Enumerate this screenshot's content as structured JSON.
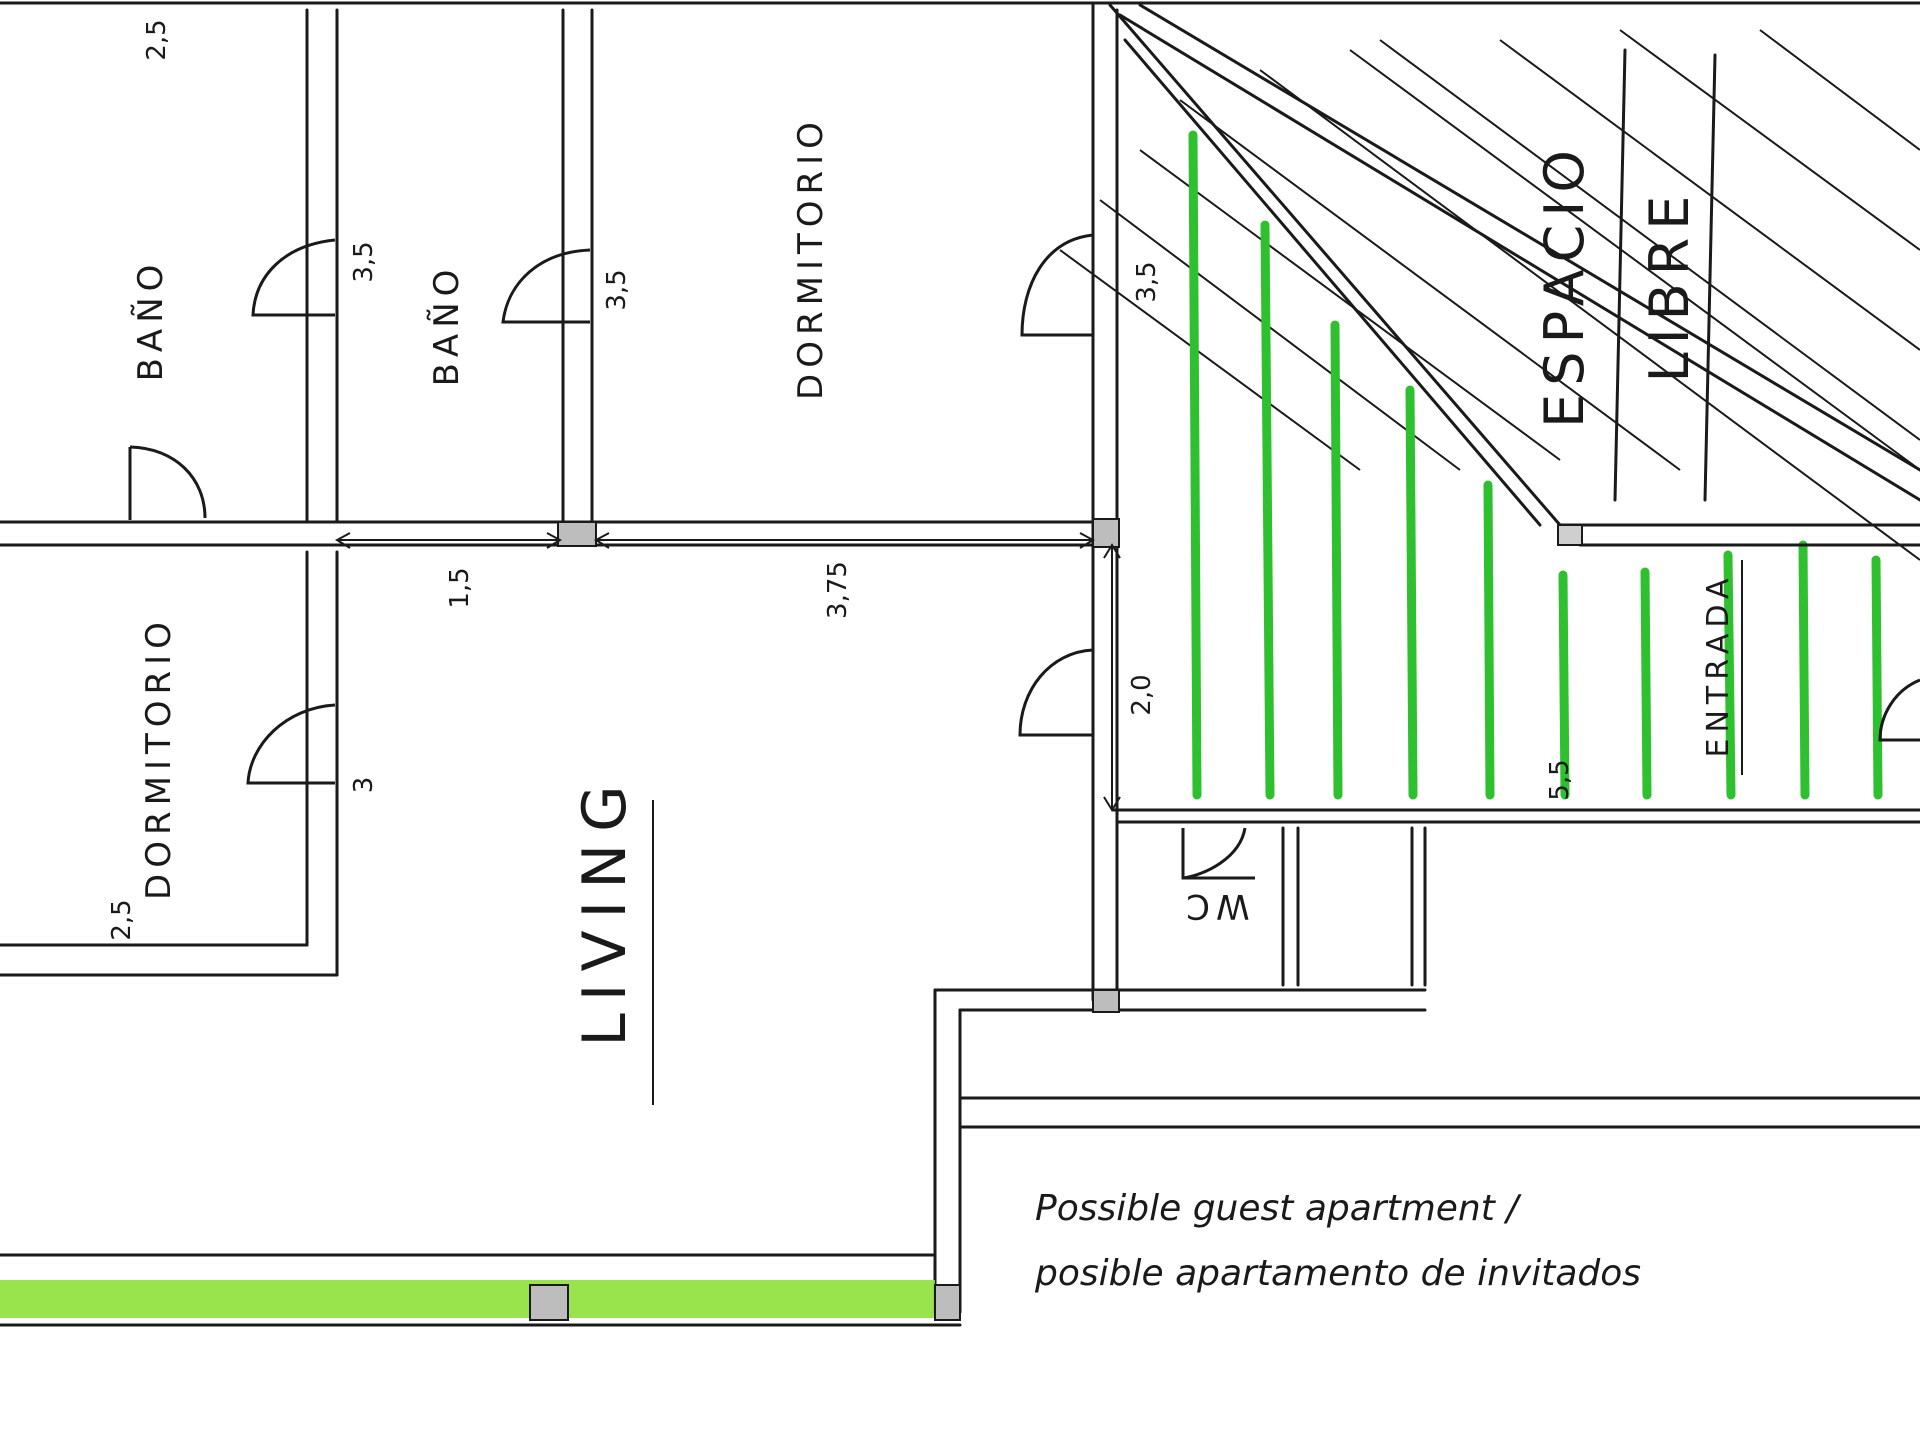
{
  "rooms": {
    "bano_1": "BAÑO",
    "bano_2": "BAÑO",
    "dormitorio_top": "DORMITORIO",
    "dormitorio_left": "DORMITORIO",
    "living": "LIVING",
    "wc": "WC",
    "espacio": "ESPACIO",
    "libre": "LIBRE",
    "entrada": "ENTRADA"
  },
  "dimensions": {
    "d_2_5_top": "2,5",
    "d_3_5_bano1": "3,5",
    "d_3_5_bano2": "3,5",
    "d_3_5_dorm": "3,5",
    "d_1_5": "1,5",
    "d_3_75": "3,75",
    "d_2_0": "2,0",
    "d_3": "3",
    "d_2_5_left": "2,5",
    "d_5_5": "5,5"
  },
  "note": {
    "line1": "Possible guest apartment /",
    "line2": "posible apartamento de invitados"
  },
  "colors": {
    "ink": "#1a1a1a",
    "stair_green": "#2fc02f",
    "terrace_green": "#8ee03a"
  }
}
